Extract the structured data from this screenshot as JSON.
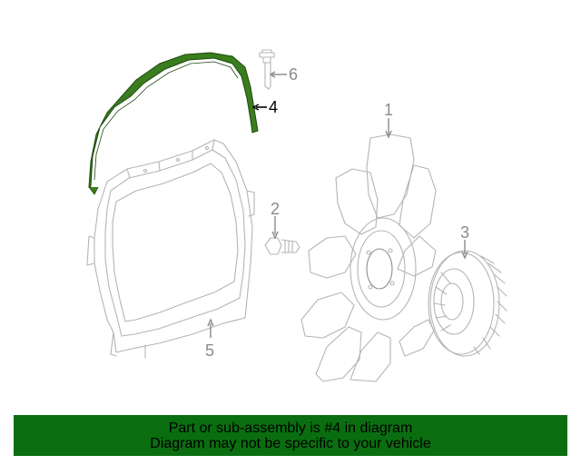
{
  "callouts": {
    "c1": "1",
    "c2": "2",
    "c3": "3",
    "c4": "4",
    "c5": "5",
    "c6": "6"
  },
  "highlight_color": "#3a7d1e",
  "banner": {
    "line1": "Part or sub-assembly is #4 in diagram",
    "line2": "Diagram may not be specific to your vehicle",
    "color": "#0a6e10"
  }
}
